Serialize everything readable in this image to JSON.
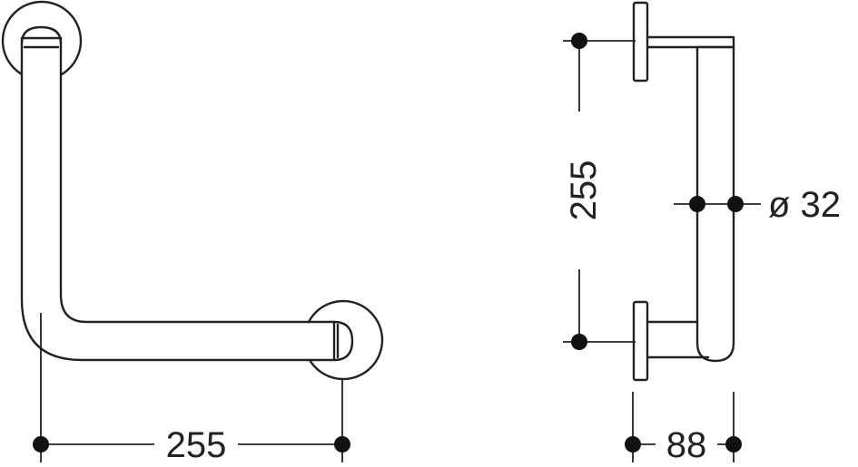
{
  "front_view": {
    "width_label": "255"
  },
  "side_view": {
    "height_label": "255",
    "depth_label": "88",
    "diameter_label": "ø 32"
  },
  "colors": {
    "line": "#222222",
    "background": "#ffffff"
  }
}
